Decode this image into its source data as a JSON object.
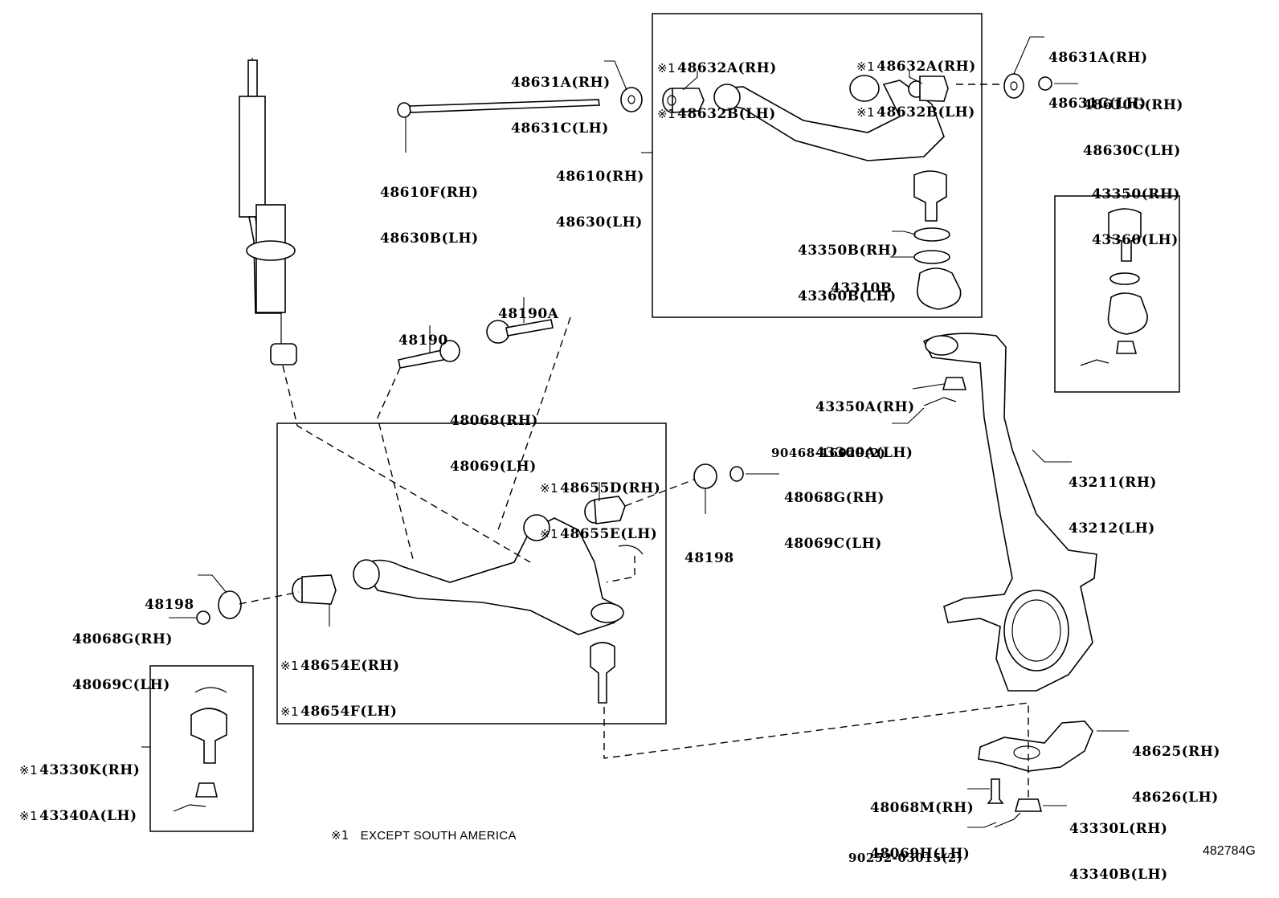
{
  "diagram": {
    "title": "Front suspension - upper and lower control arms, steering knuckle",
    "drawing_id": "482784G",
    "footnote": {
      "mark": "※1",
      "text": "EXCEPT SOUTH AMERICA"
    }
  },
  "callouts": {
    "upper_left_washer": {
      "lines": [
        {
          "mark": "",
          "text": "48631A(RH)"
        },
        {
          "mark": "",
          "text": "48631C(LH)"
        }
      ]
    },
    "upper_right_washer": {
      "lines": [
        {
          "mark": "",
          "text": "48631A(RH)"
        },
        {
          "mark": "",
          "text": "48631C(LH)"
        }
      ]
    },
    "upper_bolt": {
      "lines": [
        {
          "mark": "",
          "text": "48610F(RH)"
        },
        {
          "mark": "",
          "text": "48630B(LH)"
        }
      ]
    },
    "upper_nut": {
      "lines": [
        {
          "mark": "",
          "text": "48610G(RH)"
        },
        {
          "mark": "",
          "text": "48630C(LH)"
        }
      ]
    },
    "upper_arm_assy": {
      "lines": [
        {
          "mark": "",
          "text": "48610(RH)"
        },
        {
          "mark": "",
          "text": "48630(LH)"
        }
      ]
    },
    "upper_bushing_left": {
      "lines": [
        {
          "mark": "※1",
          "text": "48632A(RH)"
        },
        {
          "mark": "※1",
          "text": "48632B(LH)"
        }
      ]
    },
    "upper_bushing_right": {
      "lines": [
        {
          "mark": "※1",
          "text": "48632A(RH)"
        },
        {
          "mark": "※1",
          "text": "48632B(LH)"
        }
      ]
    },
    "upper_ball_joint_ring": {
      "lines": [
        {
          "mark": "",
          "text": "43350B(RH)"
        },
        {
          "mark": "",
          "text": "43360B(LH)"
        }
      ]
    },
    "upper_ball_joint_boot_ring": {
      "lines": [
        {
          "mark": "",
          "text": "43310B"
        }
      ]
    },
    "upper_ball_joint_assy": {
      "lines": [
        {
          "mark": "",
          "text": "43350(RH)"
        },
        {
          "mark": "",
          "text": "43360(LH)"
        }
      ]
    },
    "camber_bolt": {
      "lines": [
        {
          "mark": "",
          "text": "48190"
        }
      ]
    },
    "camber_bolt_a": {
      "lines": [
        {
          "mark": "",
          "text": "48190A"
        }
      ]
    },
    "lower_arm_assy": {
      "lines": [
        {
          "mark": "",
          "text": "48068(RH)"
        },
        {
          "mark": "",
          "text": "48069(LH)"
        }
      ]
    },
    "upper_ball_nut": {
      "lines": [
        {
          "mark": "",
          "text": "43350A(RH)"
        },
        {
          "mark": "",
          "text": "43360A(LH)"
        }
      ]
    },
    "cotter_pin_upper": {
      "lines": [
        {
          "mark": "",
          "text": "90468-16029(2)"
        }
      ]
    },
    "lower_bushing_rear": {
      "lines": [
        {
          "mark": "※1",
          "text": "48655D(RH)"
        },
        {
          "mark": "※1",
          "text": "48655E(LH)"
        }
      ]
    },
    "cam_plate_right": {
      "lines": [
        {
          "mark": "",
          "text": "48198"
        }
      ]
    },
    "lower_nut_right": {
      "lines": [
        {
          "mark": "",
          "text": "48068G(RH)"
        },
        {
          "mark": "",
          "text": "48069C(LH)"
        }
      ]
    },
    "knuckle": {
      "lines": [
        {
          "mark": "",
          "text": "43211(RH)"
        },
        {
          "mark": "",
          "text": "43212(LH)"
        }
      ]
    },
    "cam_plate_left": {
      "lines": [
        {
          "mark": "",
          "text": "48198"
        }
      ]
    },
    "lower_nut_left": {
      "lines": [
        {
          "mark": "",
          "text": "48068G(RH)"
        },
        {
          "mark": "",
          "text": "48069C(LH)"
        }
      ]
    },
    "lower_bushing_front": {
      "lines": [
        {
          "mark": "※1",
          "text": "48654E(RH)"
        },
        {
          "mark": "※1",
          "text": "48654F(LH)"
        }
      ]
    },
    "lower_ball_joint": {
      "lines": [
        {
          "mark": "※1",
          "text": "43330K(RH)"
        },
        {
          "mark": "※1",
          "text": "43340A(LH)"
        }
      ]
    },
    "knuckle_arm": {
      "lines": [
        {
          "mark": "",
          "text": "48625(RH)"
        },
        {
          "mark": "",
          "text": "48626(LH)"
        }
      ]
    },
    "knuckle_arm_bolt": {
      "lines": [
        {
          "mark": "",
          "text": "48068M(RH)"
        },
        {
          "mark": "",
          "text": "48069H(LH)"
        }
      ]
    },
    "lower_ball_nut": {
      "lines": [
        {
          "mark": "",
          "text": "43330L(RH)"
        },
        {
          "mark": "",
          "text": "43340B(LH)"
        }
      ]
    },
    "cotter_pin_lower": {
      "lines": [
        {
          "mark": "",
          "text": "90252-03015(2)"
        }
      ]
    }
  }
}
